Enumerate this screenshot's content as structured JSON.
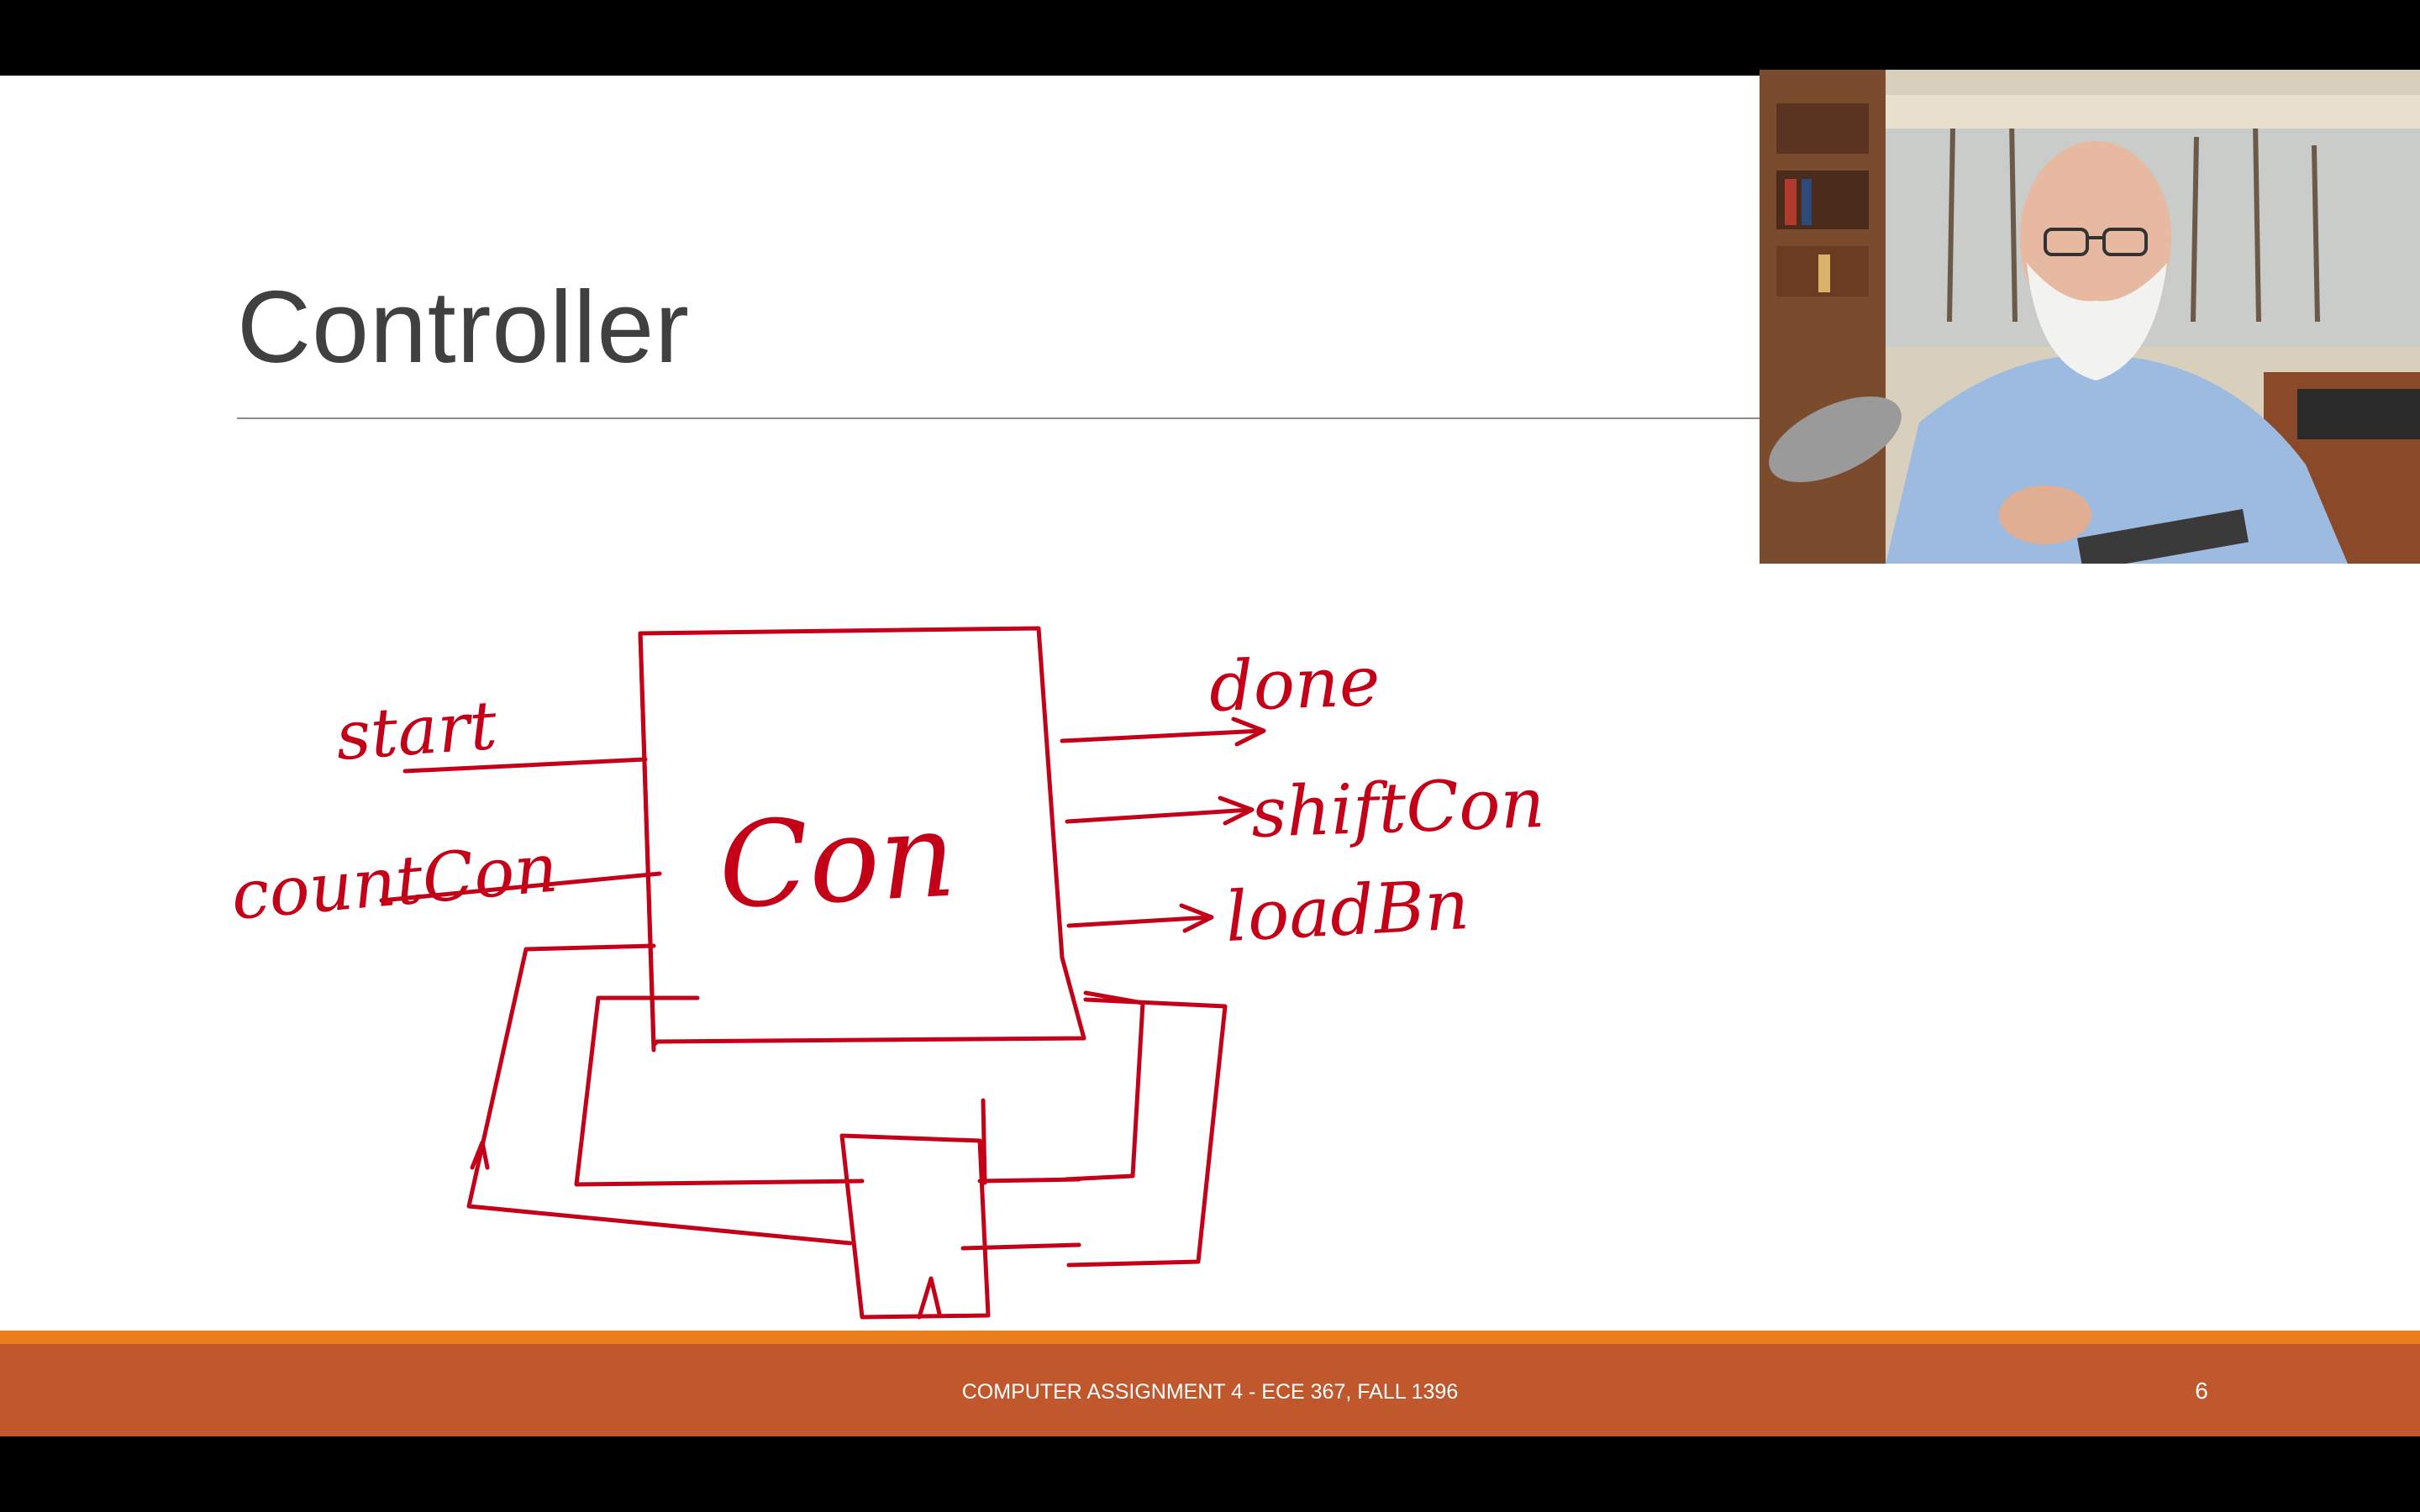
{
  "slide": {
    "title": "Controller",
    "footer_text": "COMPUTER ASSIGNMENT 4 - ECE 367, FALL 1396",
    "number": "6"
  },
  "handwriting": {
    "inputs": [
      "start",
      "countCon"
    ],
    "outputs": [
      "done",
      "shiftCon",
      "loadBn"
    ],
    "block_label": "Con"
  },
  "colors": {
    "ink": "#c40018",
    "footer_bar": "#c0572d",
    "footer_accent": "#e87e1c",
    "title_text": "#404040"
  },
  "webcam": {
    "content": "presenter-video-feed"
  }
}
